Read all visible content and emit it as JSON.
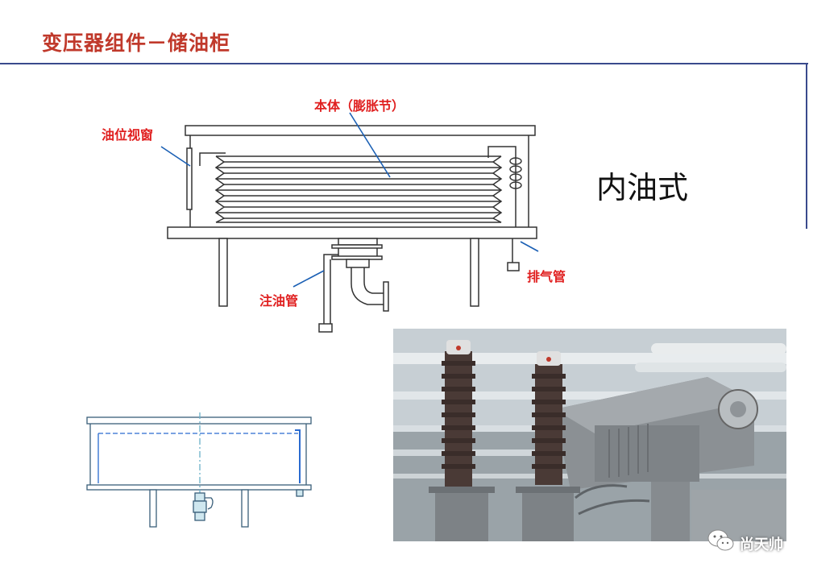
{
  "header": {
    "title": "变压器组件－储油柜"
  },
  "diagram": {
    "labels": {
      "body": "本体（膨胀节）",
      "oil_window": "油位视窗",
      "vent_pipe": "排气管",
      "fill_pipe": "注油管"
    },
    "type_label": "内油式"
  },
  "watermark": {
    "text": "尚天帅"
  }
}
